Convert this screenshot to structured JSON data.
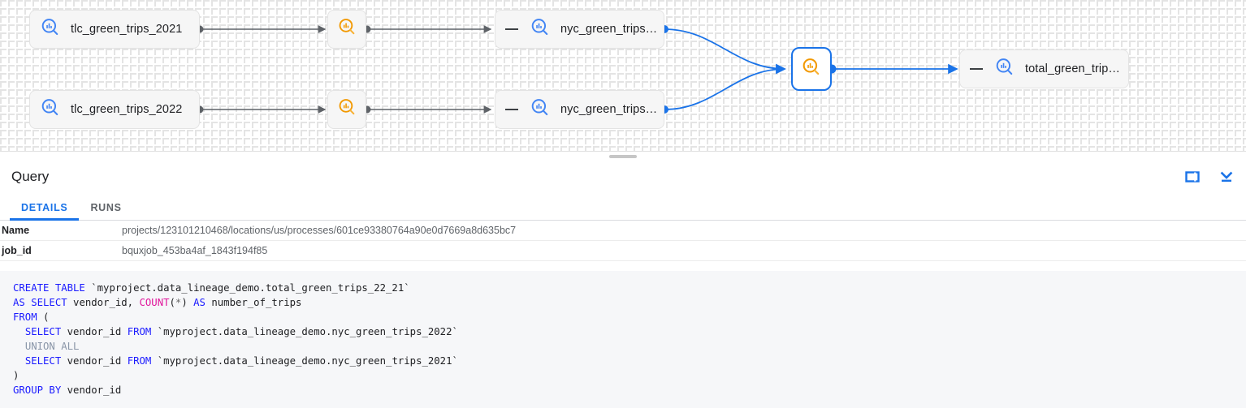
{
  "lineage": {
    "nodes": [
      {
        "id": "tlc2021",
        "type": "table",
        "label": "tlc_green_trips_2021",
        "icon": "bigquery-table-icon",
        "collapsible": false,
        "selected": false
      },
      {
        "id": "proc1",
        "type": "process",
        "label": "",
        "icon": "bigquery-process-icon",
        "selected": false
      },
      {
        "id": "nyc2022a",
        "type": "table",
        "label": "nyc_green_trips…",
        "icon": "bigquery-table-icon",
        "collapsible": true,
        "selected": false
      },
      {
        "id": "tlc2022",
        "type": "table",
        "label": "tlc_green_trips_2022",
        "icon": "bigquery-table-icon",
        "collapsible": false,
        "selected": false
      },
      {
        "id": "proc2",
        "type": "process",
        "label": "",
        "icon": "bigquery-process-icon",
        "selected": false
      },
      {
        "id": "nyc2021a",
        "type": "table",
        "label": "nyc_green_trips…",
        "icon": "bigquery-table-icon",
        "collapsible": true,
        "selected": false
      },
      {
        "id": "proc3",
        "type": "process",
        "label": "",
        "icon": "bigquery-process-icon",
        "selected": true
      },
      {
        "id": "total",
        "type": "table",
        "label": "total_green_trip…",
        "icon": "bigquery-table-icon",
        "collapsible": true,
        "selected": false
      }
    ],
    "colors": {
      "edge_default": "#5f6368",
      "edge_selected": "#1a73e8",
      "table_icon": "#4285f4",
      "process_icon": "#f29900",
      "node_bg": "#f6f6f6",
      "selected_border": "#1a73e8"
    }
  },
  "panel": {
    "title": "Query",
    "actions": [
      {
        "name": "split-panel-icon",
        "label": "Split panel"
      },
      {
        "name": "collapse-panel-icon",
        "label": "Collapse panel"
      }
    ],
    "tabs": [
      {
        "label": "DETAILS",
        "active": true
      },
      {
        "label": "RUNS",
        "active": false
      }
    ],
    "details": [
      {
        "key": "Name",
        "value": "projects/123101210468/locations/us/processes/601ce93380764a90e0d7669a8d635bc7"
      },
      {
        "key": "job_id",
        "value": "bquxjob_453ba4af_1843f194f85"
      }
    ],
    "sql": {
      "lines": [
        [
          {
            "t": "CREATE TABLE ",
            "c": "kw"
          },
          {
            "t": "`myproject.data_lineage_demo.total_green_trips_22_21`",
            "c": "plain"
          }
        ],
        [
          {
            "t": "AS SELECT ",
            "c": "kw"
          },
          {
            "t": "vendor_id, ",
            "c": "plain"
          },
          {
            "t": "COUNT",
            "c": "fn"
          },
          {
            "t": "(",
            "c": "plain"
          },
          {
            "t": "*",
            "c": "op"
          },
          {
            "t": ") ",
            "c": "plain"
          },
          {
            "t": "AS ",
            "c": "kw"
          },
          {
            "t": "number_of_trips",
            "c": "plain"
          }
        ],
        [
          {
            "t": "FROM ",
            "c": "kw"
          },
          {
            "t": "(",
            "c": "plain"
          }
        ],
        [
          {
            "t": "  ",
            "c": "plain"
          },
          {
            "t": "SELECT ",
            "c": "kw"
          },
          {
            "t": "vendor_id ",
            "c": "plain"
          },
          {
            "t": "FROM ",
            "c": "kw"
          },
          {
            "t": "`myproject.data_lineage_demo.nyc_green_trips_2022`",
            "c": "plain"
          }
        ],
        [
          {
            "t": "  ",
            "c": "plain"
          },
          {
            "t": "UNION ALL",
            "c": "muted"
          }
        ],
        [
          {
            "t": "  ",
            "c": "plain"
          },
          {
            "t": "SELECT ",
            "c": "kw"
          },
          {
            "t": "vendor_id ",
            "c": "plain"
          },
          {
            "t": "FROM ",
            "c": "kw"
          },
          {
            "t": "`myproject.data_lineage_demo.nyc_green_trips_2021`",
            "c": "plain"
          }
        ],
        [
          {
            "t": ")",
            "c": "plain"
          }
        ],
        [
          {
            "t": "GROUP BY ",
            "c": "kw"
          },
          {
            "t": "vendor_id",
            "c": "plain"
          }
        ]
      ]
    }
  }
}
